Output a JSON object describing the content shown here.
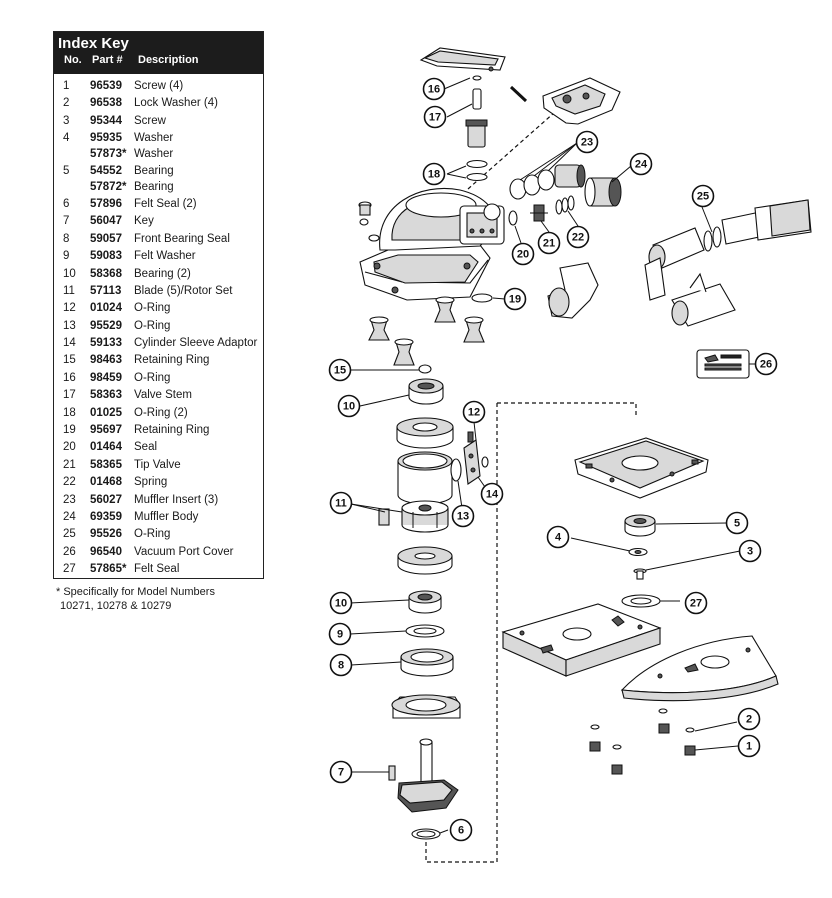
{
  "index_key": {
    "title": "Index Key",
    "col_no": "No.",
    "col_part": "Part #",
    "col_desc": "Description",
    "rows": [
      {
        "no": "1",
        "lines": [
          {
            "part": "96539",
            "desc": "Screw (4)"
          }
        ]
      },
      {
        "no": "2",
        "lines": [
          {
            "part": "96538",
            "desc": "Lock Washer (4)"
          }
        ]
      },
      {
        "no": "3",
        "lines": [
          {
            "part": "95344",
            "desc": "Screw"
          }
        ]
      },
      {
        "no": "4",
        "lines": [
          {
            "part": "95935",
            "desc": "Washer"
          },
          {
            "part": "57873*",
            "desc": "Washer"
          }
        ]
      },
      {
        "no": "5",
        "lines": [
          {
            "part": "54552",
            "desc": "Bearing"
          },
          {
            "part": "57872*",
            "desc": "Bearing"
          }
        ]
      },
      {
        "no": "6",
        "lines": [
          {
            "part": "57896",
            "desc": "Felt Seal (2)"
          }
        ]
      },
      {
        "no": "7",
        "lines": [
          {
            "part": "56047",
            "desc": "Key"
          }
        ]
      },
      {
        "no": "8",
        "lines": [
          {
            "part": "59057",
            "desc": "Front Bearing Seal"
          }
        ]
      },
      {
        "no": "9",
        "lines": [
          {
            "part": "59083",
            "desc": "Felt Washer"
          }
        ]
      },
      {
        "no": "10",
        "lines": [
          {
            "part": "58368",
            "desc": "Bearing (2)"
          }
        ]
      },
      {
        "no": "11",
        "lines": [
          {
            "part": "57113",
            "desc": "Blade (5)/Rotor Set"
          }
        ]
      },
      {
        "no": "12",
        "lines": [
          {
            "part": "01024",
            "desc": "O-Ring"
          }
        ]
      },
      {
        "no": "13",
        "lines": [
          {
            "part": "95529",
            "desc": "O-Ring"
          }
        ]
      },
      {
        "no": "14",
        "lines": [
          {
            "part": "59133",
            "desc": "Cylinder Sleeve Adaptor"
          }
        ]
      },
      {
        "no": "15",
        "lines": [
          {
            "part": "98463",
            "desc": "Retaining Ring"
          }
        ]
      },
      {
        "no": "16",
        "lines": [
          {
            "part": "98459",
            "desc": "O-Ring"
          }
        ]
      },
      {
        "no": "17",
        "lines": [
          {
            "part": "58363",
            "desc": "Valve Stem"
          }
        ]
      },
      {
        "no": "18",
        "lines": [
          {
            "part": "01025",
            "desc": "O-Ring (2)"
          }
        ]
      },
      {
        "no": "19",
        "lines": [
          {
            "part": "95697",
            "desc": "Retaining Ring"
          }
        ]
      },
      {
        "no": "20",
        "lines": [
          {
            "part": "01464",
            "desc": "Seal"
          }
        ]
      },
      {
        "no": "21",
        "lines": [
          {
            "part": "58365",
            "desc": "Tip Valve"
          }
        ]
      },
      {
        "no": "22",
        "lines": [
          {
            "part": "01468",
            "desc": "Spring"
          }
        ]
      },
      {
        "no": "23",
        "lines": [
          {
            "part": "56027",
            "desc": "Muffler Insert (3)"
          }
        ]
      },
      {
        "no": "24",
        "lines": [
          {
            "part": "69359",
            "desc": "Muffler Body"
          }
        ]
      },
      {
        "no": "25",
        "lines": [
          {
            "part": "95526",
            "desc": "O-Ring"
          }
        ]
      },
      {
        "no": "26",
        "lines": [
          {
            "part": "96540",
            "desc": "Vacuum Port Cover"
          }
        ]
      },
      {
        "no": "27",
        "lines": [
          {
            "part": "57865*",
            "desc": "Felt Seal"
          }
        ]
      }
    ]
  },
  "footnote": {
    "line1": "* Specifically for Model Numbers",
    "line2": "10271, 10278 & 10279"
  },
  "diagram": {
    "callouts": [
      "16",
      "17",
      "18",
      "23",
      "24",
      "20",
      "21",
      "22",
      "25",
      "19",
      "15",
      "26",
      "10",
      "12",
      "14",
      "11",
      "13",
      "4",
      "5",
      "3",
      "10",
      "27",
      "9",
      "8",
      "2",
      "1",
      "7",
      "6"
    ],
    "colors": {
      "ink": "#111111",
      "fill_gray": "#d9d9d9",
      "fill_dark": "#555555"
    }
  }
}
